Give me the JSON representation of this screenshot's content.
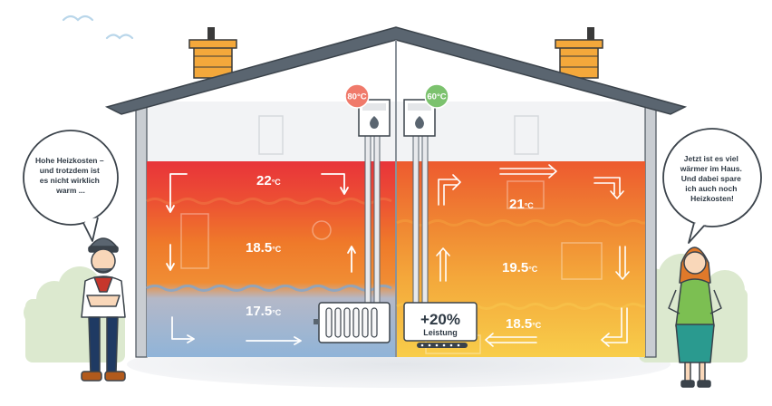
{
  "left_house": {
    "boiler_temp": "80°C",
    "zones": [
      {
        "value": "22",
        "unit": "°C"
      },
      {
        "value": "18.5",
        "unit": "°C"
      },
      {
        "value": "17.5",
        "unit": "°C"
      }
    ]
  },
  "right_house": {
    "boiler_temp": "60°C",
    "zones": [
      {
        "value": "21",
        "unit": "°C"
      },
      {
        "value": "19.5",
        "unit": "°C"
      },
      {
        "value": "18.5",
        "unit": "°C"
      }
    ],
    "boost": {
      "value": "+20%",
      "label": "Leistung"
    }
  },
  "speech_left": [
    "Hohe Heizkosten –",
    "und trotzdem ist",
    "es nicht wirklich",
    "warm ..."
  ],
  "speech_right": [
    "Jetzt ist es viel",
    "wärmer im Haus.",
    "Und dabei spare",
    "ich auch noch",
    "Heizkosten!"
  ],
  "colors": {
    "left_top": "#e8343a",
    "left_mid": "#ef7a2a",
    "left_bottom": "#9ab8d8",
    "right_top": "#ee6b2c",
    "right_mid": "#f4a239",
    "right_bottom": "#f7c547",
    "badge_hot": "#f07a6b",
    "badge_warm": "#7cc26e",
    "roof": "#5a6570"
  },
  "icons": [
    "flame-icon",
    "radiator-icon",
    "bird-icon",
    "chimney-icon",
    "arrow-icon"
  ]
}
